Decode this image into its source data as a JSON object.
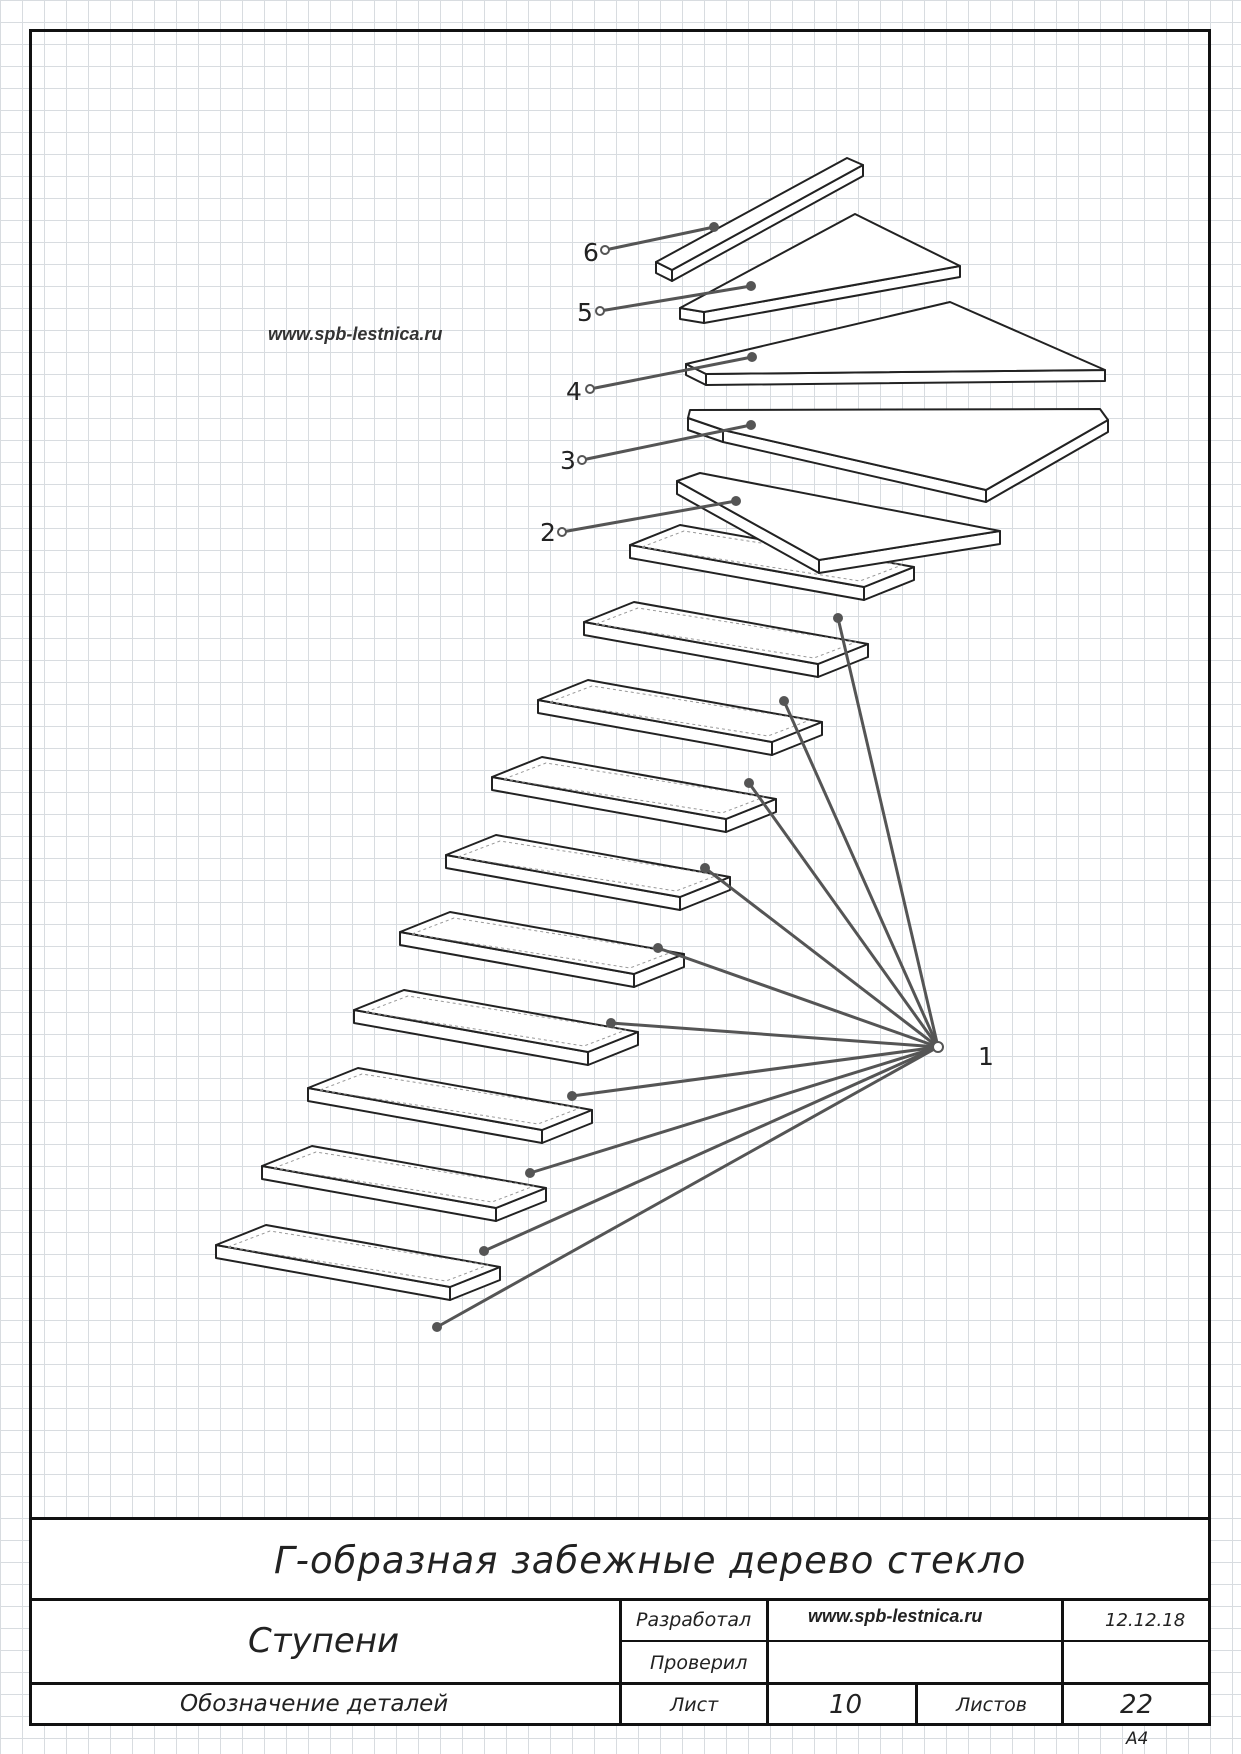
{
  "website": "www.spb-lestnica.ru",
  "callouts": {
    "c1": "1",
    "c2": "2",
    "c3": "3",
    "c4": "4",
    "c5": "5",
    "c6": "6"
  },
  "title_block": {
    "title": "Г-образная забежные дерево стекло",
    "part_name": "Ступени",
    "drawing_type": "Обозначение деталей",
    "developed_label": "Разработал",
    "developed_value": "www.spb-lestnica.ru",
    "date": "12.12.18",
    "checked_label": "Проверил",
    "sheet_label": "Лист",
    "sheet_value": "10",
    "sheets_label": "Листов",
    "sheets_value": "22",
    "format": "А4"
  }
}
